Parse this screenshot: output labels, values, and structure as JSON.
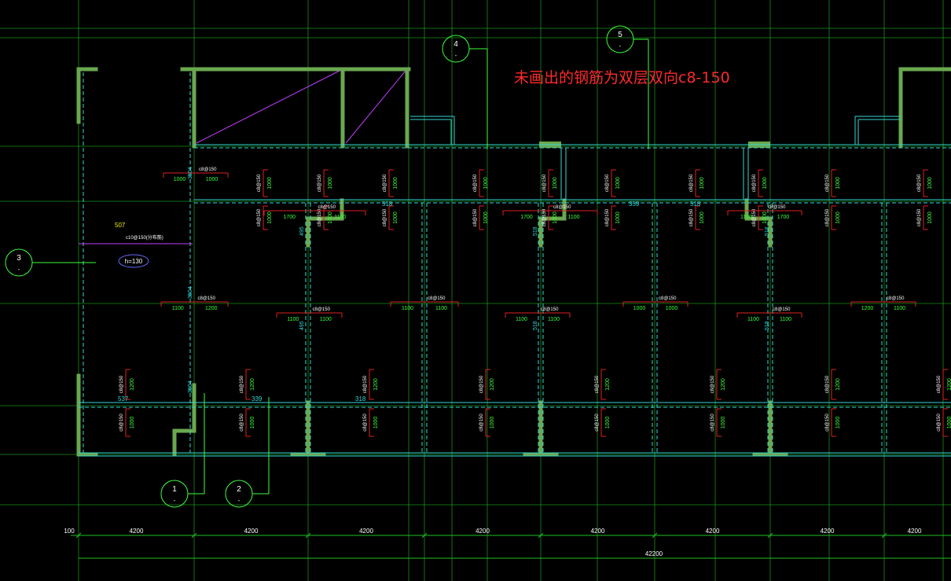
{
  "note": "未画出的钢筋为双层双向c8-150",
  "axis_bubbles": [
    {
      "label": "1",
      "sub": "-"
    },
    {
      "label": "2",
      "sub": "-"
    },
    {
      "label": "3",
      "sub": "-"
    },
    {
      "label": "4",
      "sub": "-"
    },
    {
      "label": "5",
      "sub": "-"
    }
  ],
  "dimensions": {
    "start": "100",
    "bays": [
      "4200",
      "4200",
      "4200",
      "4200",
      "4200",
      "4200",
      "4200",
      "4200"
    ],
    "total": "42200"
  },
  "slab_label": "h=130",
  "left_span": "507",
  "left_rebar_note": "c10@150(分布筋)",
  "rebar_tag": "c8@150",
  "lengths": [
    "1000",
    "1100",
    "1200",
    "1700"
  ],
  "small_dims": [
    "537",
    "339",
    "518",
    "359",
    "518",
    "318",
    "495",
    "3504"
  ],
  "colors": {
    "background": "#000000",
    "grid": "#1fbf1f",
    "wall": "#6aa84f",
    "cyan": "#35d6d6",
    "rebar": "#e02020",
    "text_green": "#3cff3c",
    "note": "#ff2a2a",
    "magenta": "#c040ff",
    "yellow": "#f0f000"
  }
}
